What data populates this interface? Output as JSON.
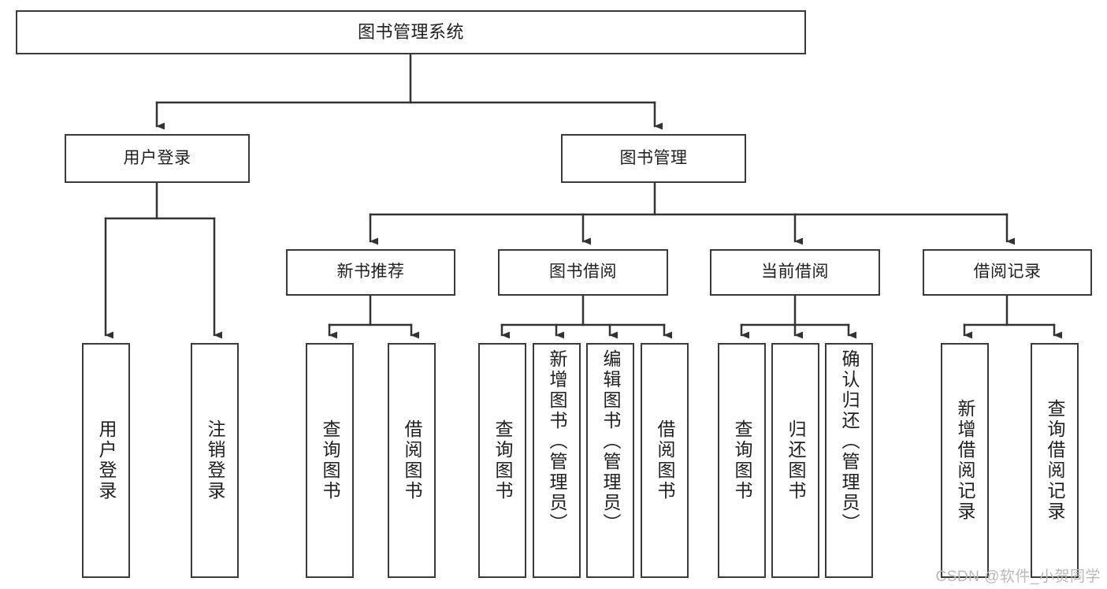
{
  "diagram": {
    "title": "图书管理系统",
    "type": "functional-structure-tree",
    "watermark": "CSDN @软件_小贺同学",
    "colors": {
      "background": "#ffffff",
      "box_border": "#3a3a3a",
      "box_fill": "#ffffff",
      "text": "#1f1f1f",
      "connector": "#333333",
      "watermark": "#b9b9b9"
    },
    "levels": {
      "root": {
        "label": "图书管理系统"
      },
      "level2": [
        {
          "label": "用户登录"
        },
        {
          "label": "图书管理"
        }
      ],
      "level3": [
        {
          "label": "新书推荐"
        },
        {
          "label": "图书借阅"
        },
        {
          "label": "当前借阅"
        },
        {
          "label": "借阅记录"
        }
      ],
      "level4": [
        {
          "label": "用户登录",
          "parent": "用户登录"
        },
        {
          "label": "注销登录",
          "parent": "用户登录"
        },
        {
          "label": "查询图书",
          "parent": "新书推荐"
        },
        {
          "label": "借阅图书",
          "parent": "新书推荐"
        },
        {
          "label": "查询图书",
          "parent": "图书借阅"
        },
        {
          "label": "新增图书（管理员）",
          "parent": "图书借阅"
        },
        {
          "label": "编辑图书（管理员）",
          "parent": "图书借阅"
        },
        {
          "label": "借阅图书",
          "parent": "图书借阅"
        },
        {
          "label": "查询图书",
          "parent": "当前借阅"
        },
        {
          "label": "归还图书",
          "parent": "当前借阅"
        },
        {
          "label": "确认归还（管理员）",
          "parent": "当前借阅"
        },
        {
          "label": "新增借阅记录",
          "parent": "借阅记录"
        },
        {
          "label": "查询借阅记录",
          "parent": "借阅记录"
        }
      ]
    }
  }
}
